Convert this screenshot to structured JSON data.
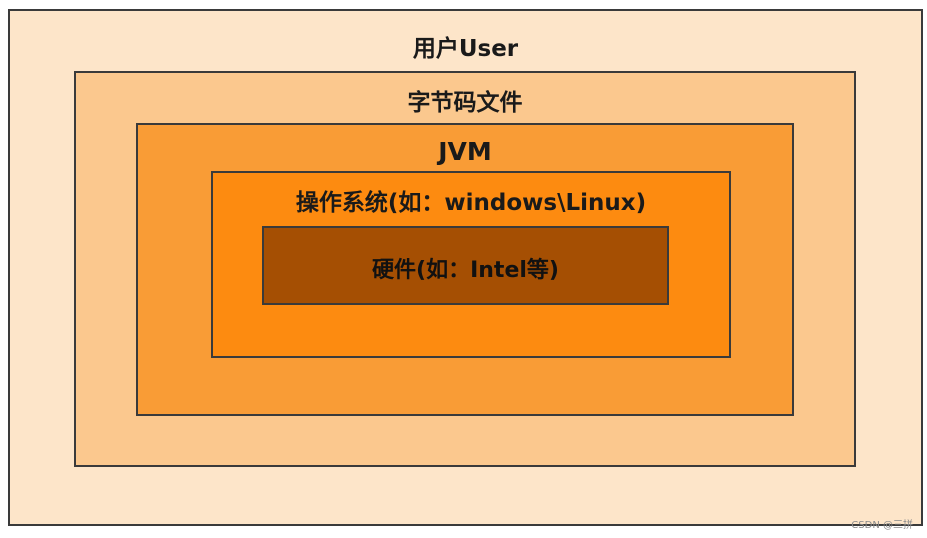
{
  "diagram": {
    "layers": [
      {
        "id": "user",
        "label": "用户User",
        "color": "#fde5c9"
      },
      {
        "id": "bytecode",
        "label": "字节码文件",
        "color": "#fbc88e"
      },
      {
        "id": "jvm",
        "label": "JVM",
        "color": "#f99c36"
      },
      {
        "id": "os",
        "label": "操作系统(如：windows\\Linux)",
        "color": "#fd8b10"
      },
      {
        "id": "hardware",
        "label": "硬件(如：Intel等)",
        "color": "#a54f03"
      }
    ]
  },
  "watermark": "CSDN @三拼"
}
